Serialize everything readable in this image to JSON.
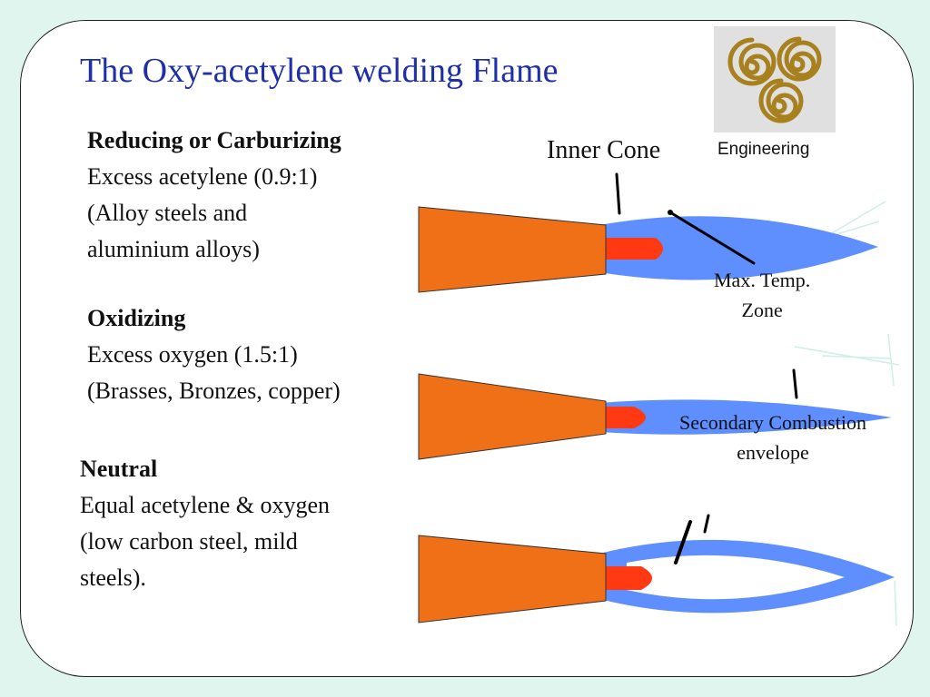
{
  "title": "The Oxy-acetylene welding Flame",
  "logo": {
    "caption": "Engineering",
    "icon": "triskele-spiral-icon"
  },
  "sections": [
    {
      "heading": "Reducing or Carburizing",
      "lines": [
        "Excess acetylene (0.9:1)",
        "(Alloy steels and",
        "aluminium alloys)"
      ]
    },
    {
      "heading": "Oxidizing",
      "lines": [
        "Excess oxygen  (1.5:1)",
        "(Brasses, Bronzes, copper)"
      ]
    },
    {
      "heading": "Neutral",
      "lines": [
        "Equal acetylene & oxygen",
        "(low carbon steel, mild",
        "steels)."
      ]
    }
  ],
  "labels": {
    "inner_cone": "Inner Cone",
    "max_temp_line1": "Max. Temp.",
    "max_temp_line2": "Zone",
    "secondary_line1": "Secondary Combustion",
    "secondary_line2": "envelope"
  },
  "colors": {
    "title": "#1f2fa6",
    "nozzle": "#f07018",
    "inner_cone": "#ff3a12",
    "envelope": "#5f8fff"
  }
}
